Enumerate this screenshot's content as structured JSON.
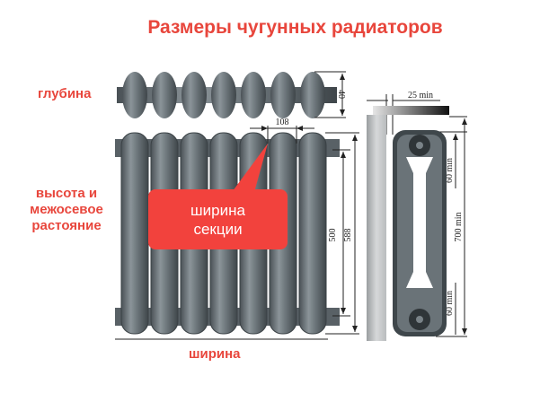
{
  "title": "Размеры чугунных радиаторов",
  "labels": {
    "depth": "глубина",
    "height_line1": "высота и",
    "height_line2": "межосевое",
    "height_line3": "растояние",
    "width": "ширина",
    "callout_line1": "ширина",
    "callout_line2": "секции"
  },
  "dimensions": {
    "depth": "40",
    "section_width": "108",
    "axis_distance": "500",
    "height": "588",
    "wall_gap": "25 min",
    "top_clearance": "60 min",
    "bottom_clearance": "60 min",
    "window_sill": "700 min"
  },
  "colors": {
    "accent": "#e8463c",
    "metal": "#5c6469"
  }
}
